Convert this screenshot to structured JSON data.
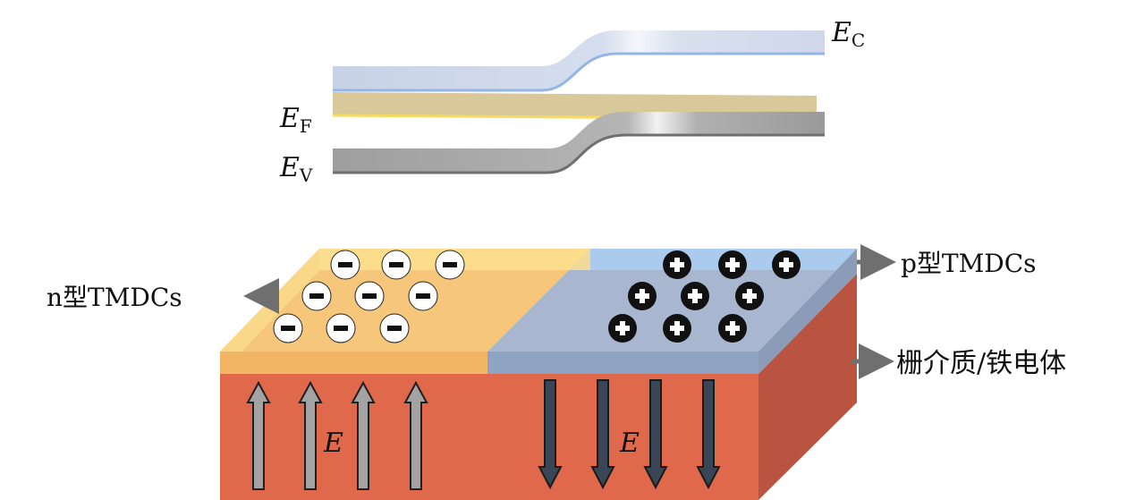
{
  "bands": {
    "ec": {
      "symbol": "E",
      "sub": "C"
    },
    "ef": {
      "symbol": "E",
      "sub": "F"
    },
    "ev": {
      "symbol": "E",
      "sub": "V"
    }
  },
  "labels": {
    "n_type": "n型TMDCs",
    "p_type": "p型TMDCs",
    "dielectric": "栅介质/铁电体",
    "field_left": "E",
    "field_right": "E"
  },
  "carriers": {
    "electron_symbol": "−",
    "hole_symbol": "+"
  },
  "colors": {
    "conduction_band": "#c9d6e8",
    "fermi_level": "#d8c89a",
    "fermi_edge": "#f3dc6a",
    "valence_band": "#a6a6a6",
    "n_region": "#f2c06d",
    "p_region": "#a9b6cf",
    "substrate_front": "#e0694b",
    "substrate_side": "#b85440",
    "arrow_up": "#a3a3a3",
    "arrow_down": "#394655"
  }
}
